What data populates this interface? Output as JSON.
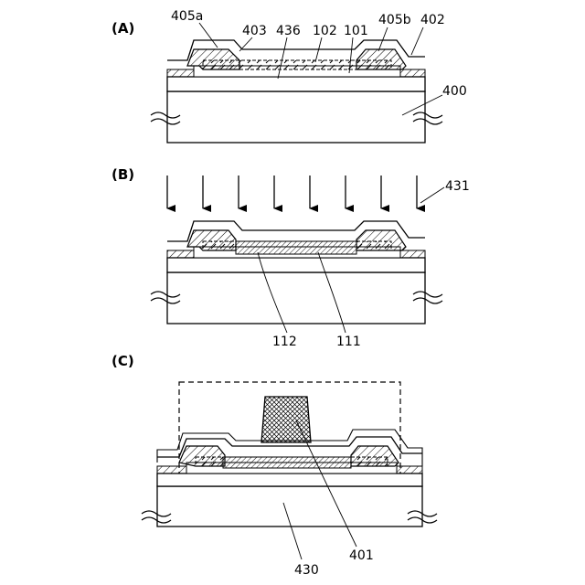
{
  "panels": [
    {
      "label": "(A)",
      "refs": [
        "405a",
        "403",
        "436",
        "102",
        "101",
        "405b",
        "402",
        "400"
      ]
    },
    {
      "label": "(B)",
      "refs": [
        "431",
        "112",
        "111"
      ]
    },
    {
      "label": "(C)",
      "refs": [
        "430",
        "401"
      ]
    }
  ],
  "colors": {
    "line": "#000000",
    "background": "#ffffff",
    "film": "#ffffff"
  },
  "icons": {
    "break_mark": "wavy-break-lines",
    "irradiation": "down-arrow"
  }
}
